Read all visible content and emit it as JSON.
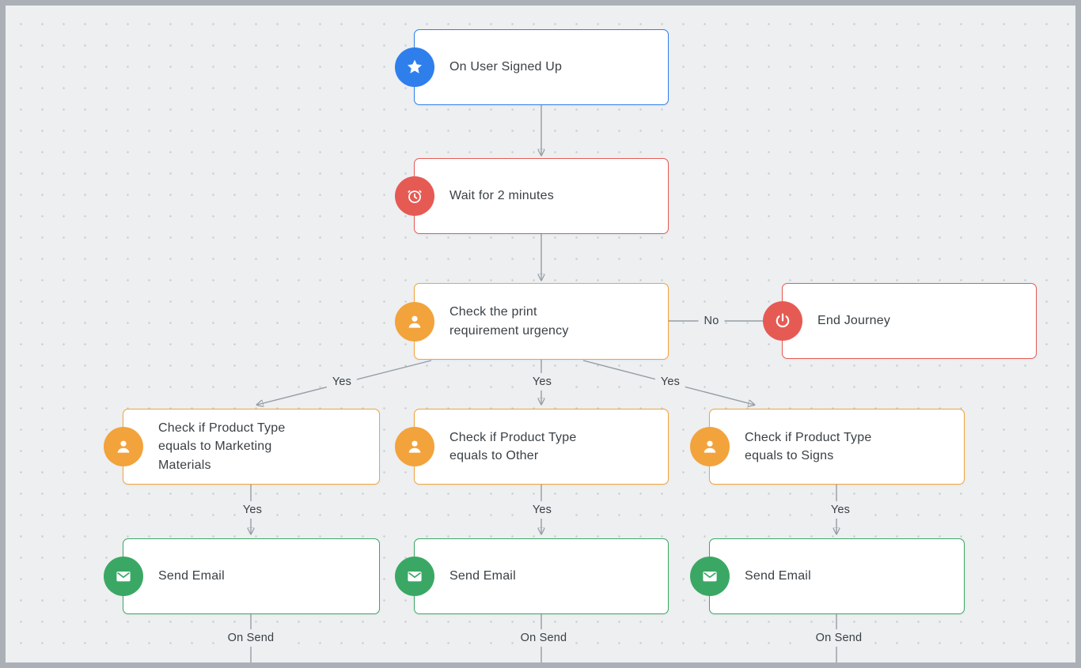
{
  "colors": {
    "blue": "#2e7fec",
    "red": "#e65a54",
    "orange": "#f2a33c",
    "green": "#3aa864",
    "edge": "#969da4",
    "text": "#3a4045",
    "bg": "#edeff1",
    "dot": "#c8ccd1",
    "frame": "#abb0b6"
  },
  "labels": {
    "yes": "Yes",
    "no": "No",
    "on_send": "On Send"
  },
  "nodes": {
    "trigger": {
      "label": "On User Signed Up",
      "icon": "star-icon",
      "color": "blue"
    },
    "wait": {
      "label": "Wait for 2 minutes",
      "icon": "clock-icon",
      "color": "red"
    },
    "check_urgency": {
      "label": "Check the print requirement urgency",
      "icon": "user-icon",
      "color": "orange"
    },
    "end_journey": {
      "label": "End Journey",
      "icon": "power-icon",
      "color": "red"
    },
    "check_marketing": {
      "label": "Check if Product Type equals to Marketing Materials",
      "icon": "user-icon",
      "color": "orange"
    },
    "check_other": {
      "label": "Check if Product Type equals to Other",
      "icon": "user-icon",
      "color": "orange"
    },
    "check_signs": {
      "label": "Check if Product Type equals to Signs",
      "icon": "user-icon",
      "color": "orange"
    },
    "send_email_1": {
      "label": "Send Email",
      "icon": "email-icon",
      "color": "green"
    },
    "send_email_2": {
      "label": "Send Email",
      "icon": "email-icon",
      "color": "green"
    },
    "send_email_3": {
      "label": "Send Email",
      "icon": "email-icon",
      "color": "green"
    }
  }
}
